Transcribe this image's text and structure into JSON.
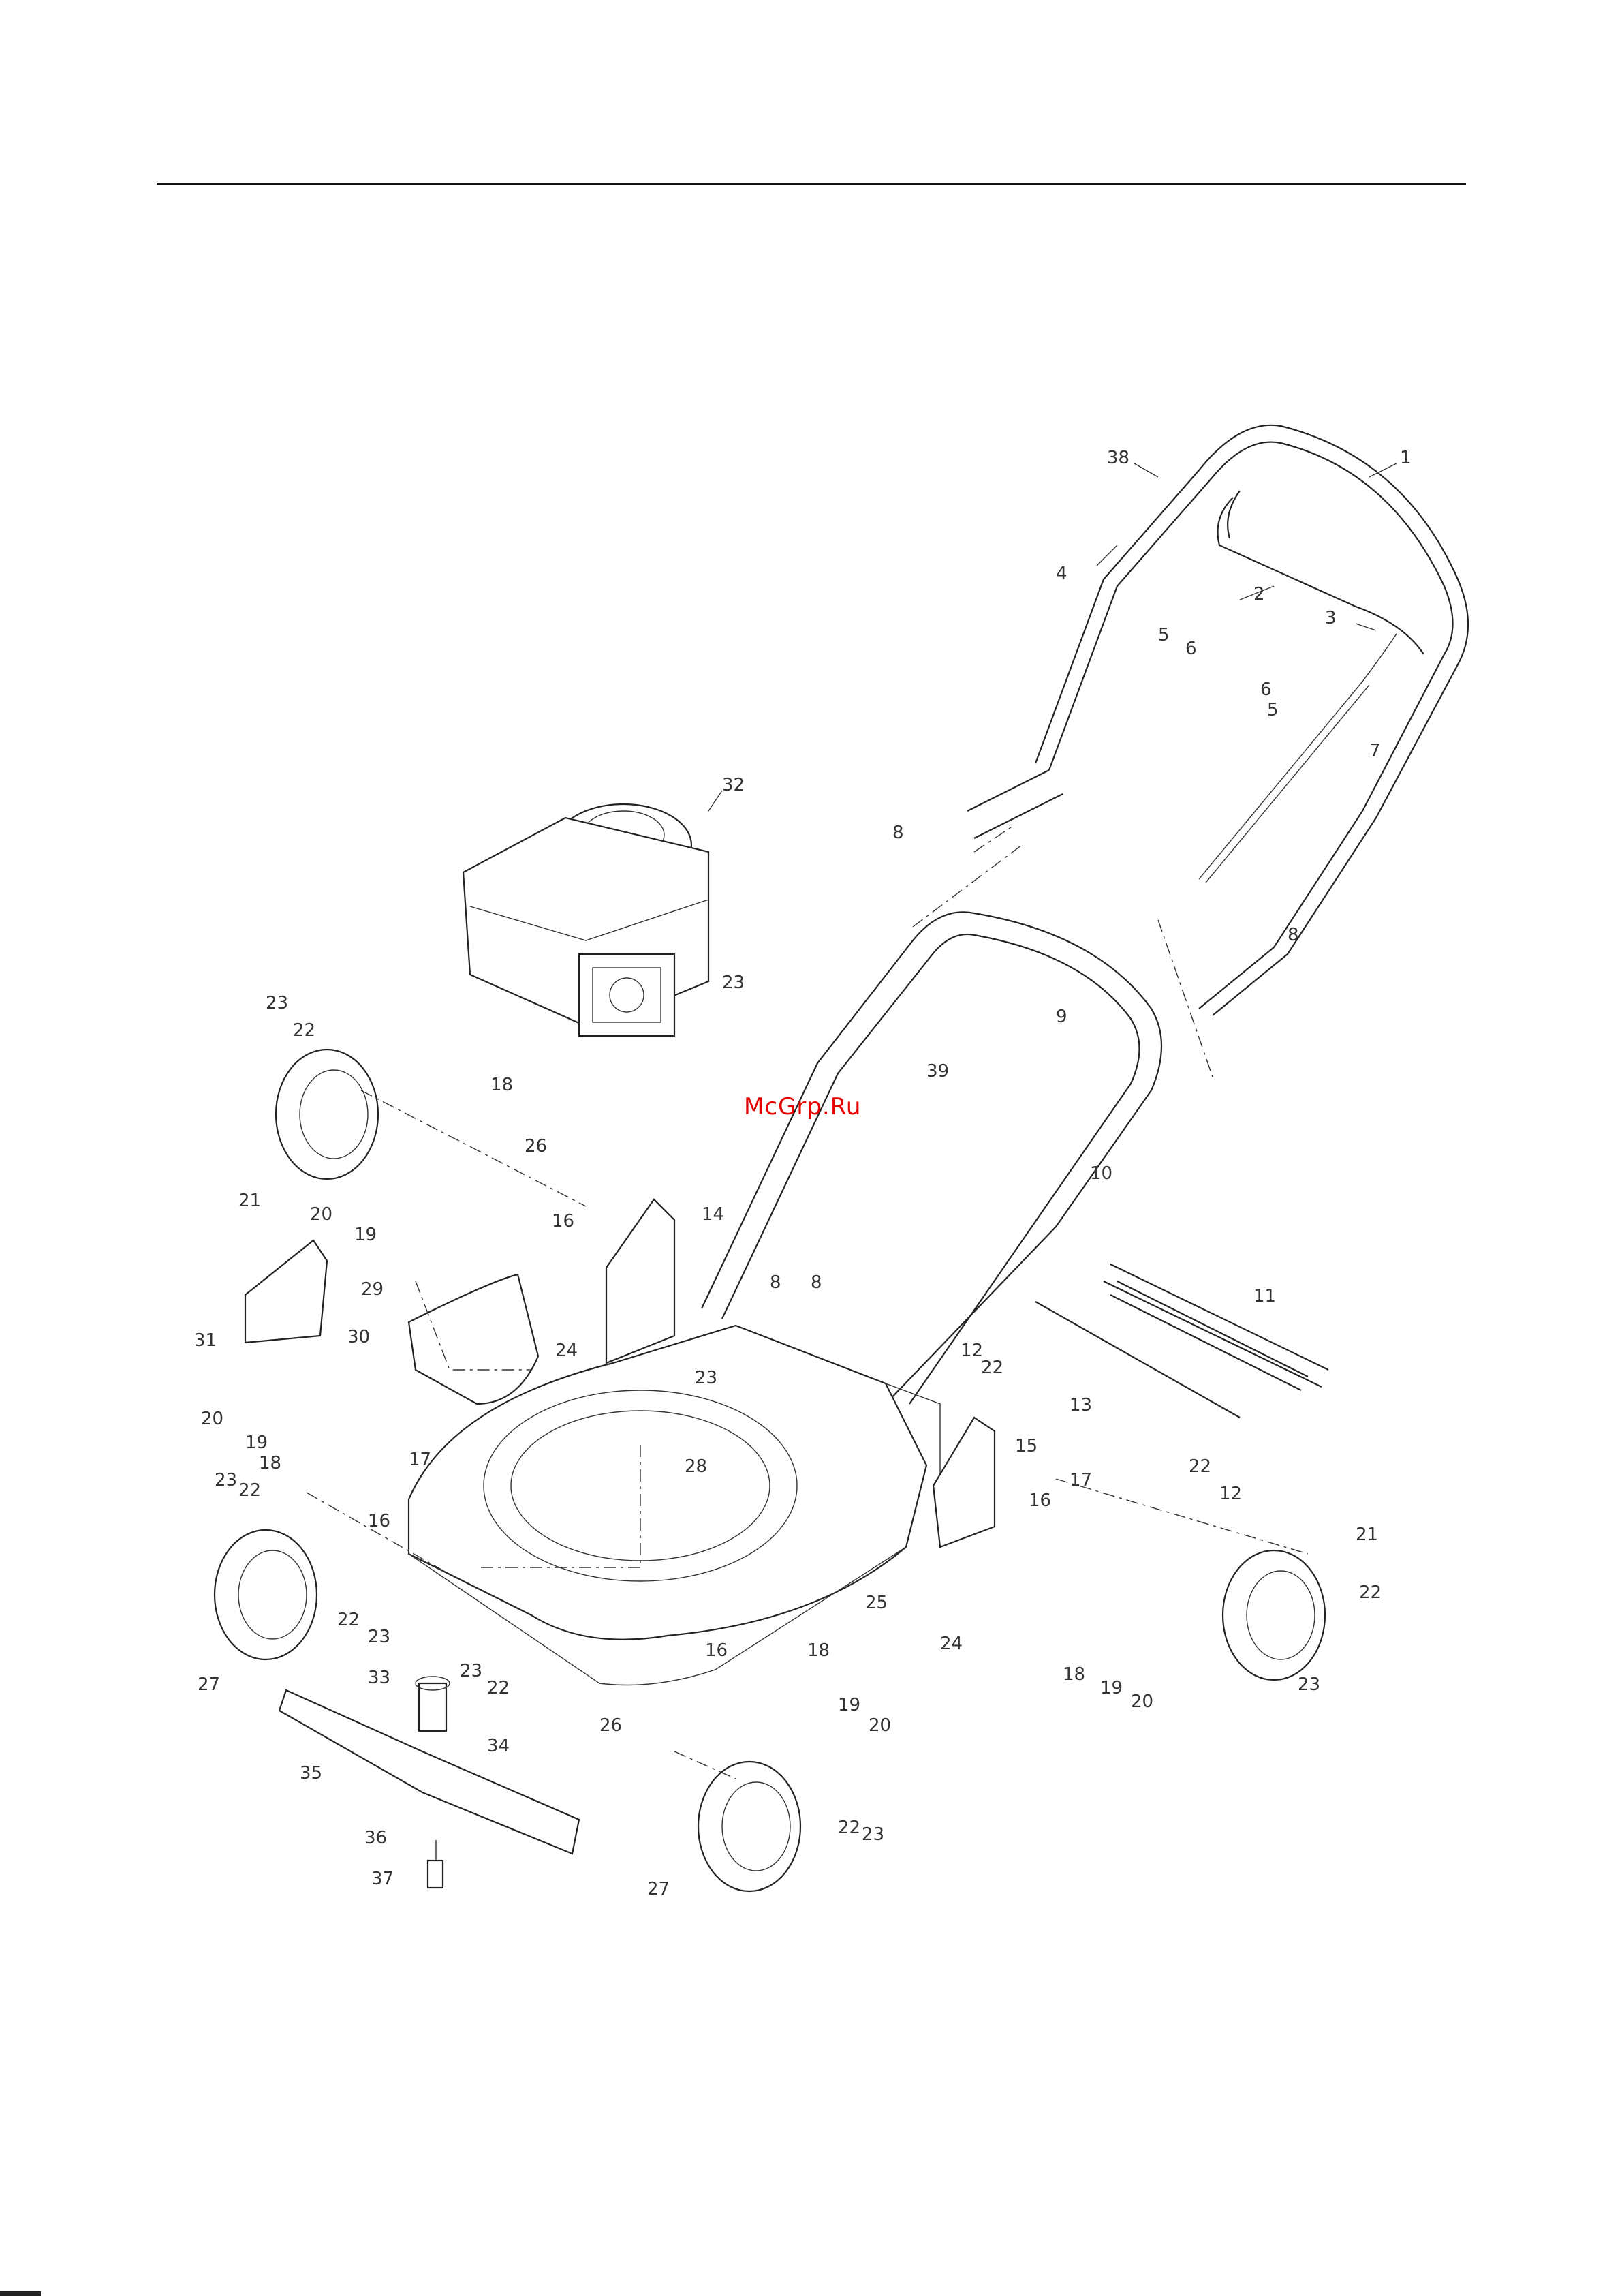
{
  "watermark": "McGrp.Ru",
  "callouts": [
    {
      "id": "c1",
      "label": "1"
    },
    {
      "id": "c2",
      "label": "2"
    },
    {
      "id": "c3",
      "label": "3"
    },
    {
      "id": "c4",
      "label": "4"
    },
    {
      "id": "c5a",
      "label": "5"
    },
    {
      "id": "c6a",
      "label": "6"
    },
    {
      "id": "c6b",
      "label": "6"
    },
    {
      "id": "c5b",
      "label": "5"
    },
    {
      "id": "c7",
      "label": "7"
    },
    {
      "id": "c38",
      "label": "38"
    },
    {
      "id": "c8a",
      "label": "8"
    },
    {
      "id": "c8b",
      "label": "8"
    },
    {
      "id": "c32",
      "label": "32"
    },
    {
      "id": "c9",
      "label": "9"
    },
    {
      "id": "c39",
      "label": "39"
    },
    {
      "id": "c10",
      "label": "10"
    },
    {
      "id": "c23a",
      "label": "23"
    },
    {
      "id": "c22a",
      "label": "22"
    },
    {
      "id": "c21a",
      "label": "21"
    },
    {
      "id": "c18a",
      "label": "18"
    },
    {
      "id": "c26a",
      "label": "26"
    },
    {
      "id": "c20a",
      "label": "20"
    },
    {
      "id": "c19a",
      "label": "19"
    },
    {
      "id": "c14",
      "label": "14"
    },
    {
      "id": "c16a",
      "label": "16"
    },
    {
      "id": "c29",
      "label": "29"
    },
    {
      "id": "c8c",
      "label": "8"
    },
    {
      "id": "c8d",
      "label": "8"
    },
    {
      "id": "c11",
      "label": "11"
    },
    {
      "id": "c12a",
      "label": "12"
    },
    {
      "id": "c22b",
      "label": "22"
    },
    {
      "id": "c31",
      "label": "31"
    },
    {
      "id": "c30",
      "label": "30"
    },
    {
      "id": "c24a",
      "label": "24"
    },
    {
      "id": "c23b",
      "label": "23"
    },
    {
      "id": "c13",
      "label": "13"
    },
    {
      "id": "c20b",
      "label": "20"
    },
    {
      "id": "c19b",
      "label": "19"
    },
    {
      "id": "c18b",
      "label": "18"
    },
    {
      "id": "c17a",
      "label": "17"
    },
    {
      "id": "c28",
      "label": "28"
    },
    {
      "id": "c15",
      "label": "15"
    },
    {
      "id": "c22c",
      "label": "22"
    },
    {
      "id": "c12b",
      "label": "12"
    },
    {
      "id": "c23c",
      "label": "23"
    },
    {
      "id": "c22d",
      "label": "22"
    },
    {
      "id": "c16b",
      "label": "16"
    },
    {
      "id": "c16c",
      "label": "16"
    },
    {
      "id": "c17b",
      "label": "17"
    },
    {
      "id": "c21b",
      "label": "21"
    },
    {
      "id": "c22e",
      "label": "22"
    },
    {
      "id": "c23d",
      "label": "23"
    },
    {
      "id": "c25",
      "label": "25"
    },
    {
      "id": "c24b",
      "label": "24"
    },
    {
      "id": "c22f",
      "label": "22"
    },
    {
      "id": "c23e",
      "label": "23"
    },
    {
      "id": "c27a",
      "label": "27"
    },
    {
      "id": "c18c",
      "label": "18"
    },
    {
      "id": "c19c",
      "label": "19"
    },
    {
      "id": "c20c",
      "label": "20"
    },
    {
      "id": "c23f",
      "label": "23"
    },
    {
      "id": "c22g",
      "label": "22"
    },
    {
      "id": "c16d",
      "label": "16"
    },
    {
      "id": "c33",
      "label": "33"
    },
    {
      "id": "c18d",
      "label": "18"
    },
    {
      "id": "c19d",
      "label": "19"
    },
    {
      "id": "c26b",
      "label": "26"
    },
    {
      "id": "c20d",
      "label": "20"
    },
    {
      "id": "c34",
      "label": "34"
    },
    {
      "id": "c35",
      "label": "35"
    },
    {
      "id": "c36",
      "label": "36"
    },
    {
      "id": "c37",
      "label": "37"
    },
    {
      "id": "c22h",
      "label": "22"
    },
    {
      "id": "c23g",
      "label": "23"
    },
    {
      "id": "c27b",
      "label": "27"
    },
    {
      "id": "c23h",
      "label": "23"
    }
  ]
}
